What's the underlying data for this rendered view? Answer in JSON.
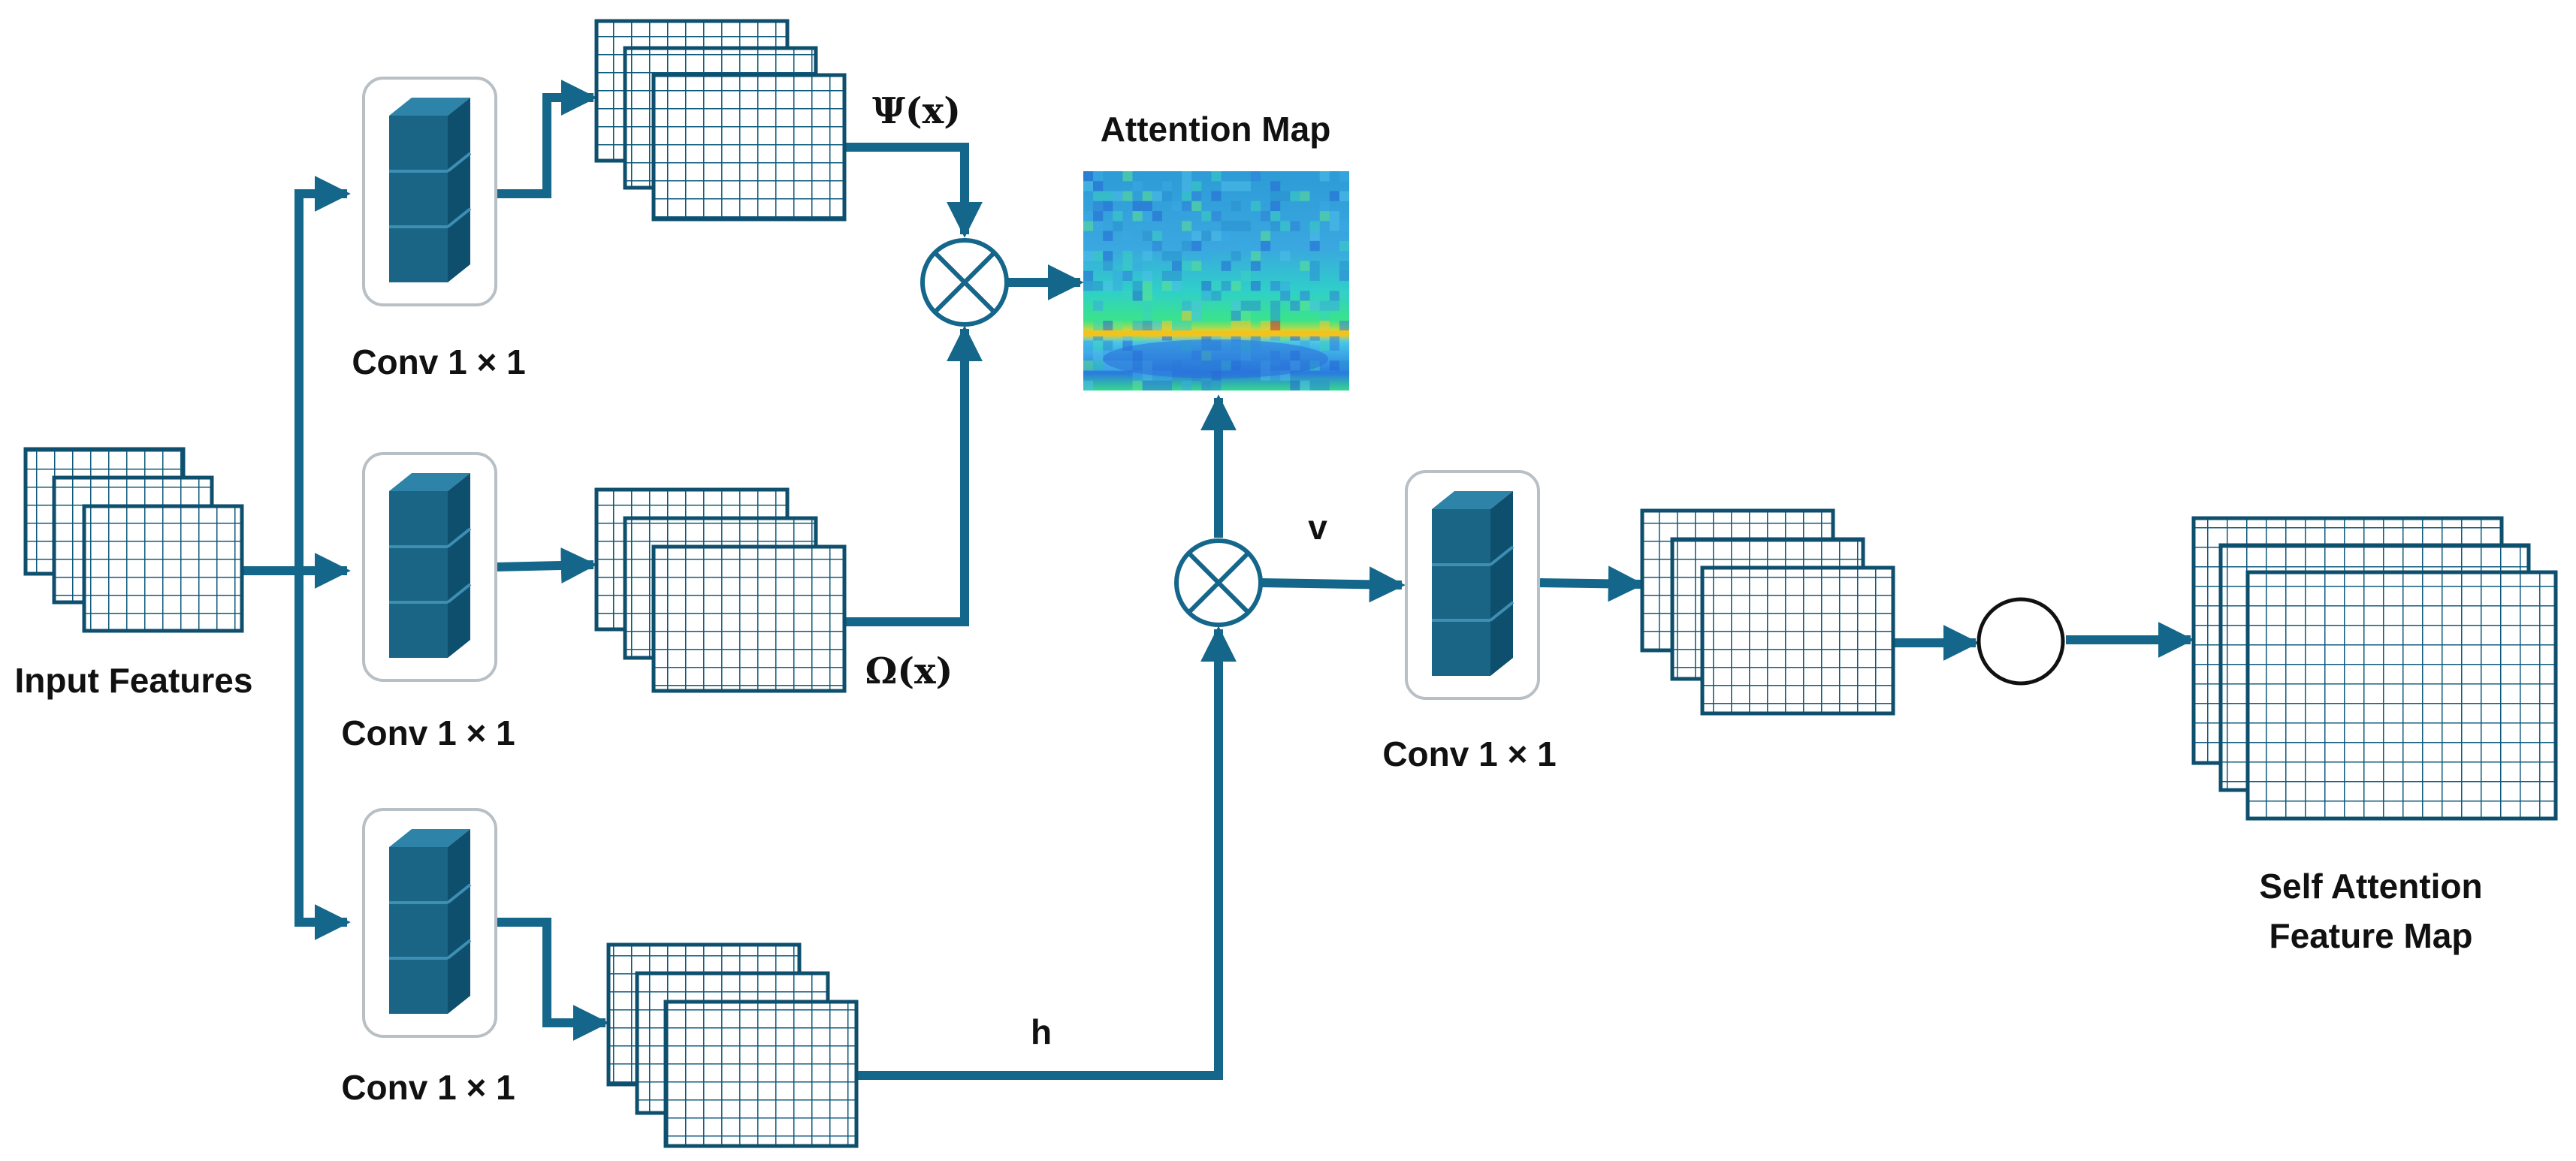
{
  "labels": {
    "input_features": "Input Features",
    "conv_top": "Conv 1 × 1",
    "conv_mid": "Conv 1 × 1",
    "conv_bottom": "Conv 1 × 1",
    "conv_right": "Conv 1 × 1",
    "psi": "Ψ(x)",
    "omega": "Ω(x)",
    "attention_map": "Attention Map",
    "v": "v",
    "h": "h",
    "output_line1": "Self Attention",
    "output_line2": "Feature Map"
  },
  "colors": {
    "arrow": "#14668a",
    "grid_line": "#0e5a7c",
    "block_front": "#1a6485",
    "block_top": "#2e84a8",
    "block_side": "#0f4f6e",
    "conv_frame": "#b8bfc5"
  }
}
